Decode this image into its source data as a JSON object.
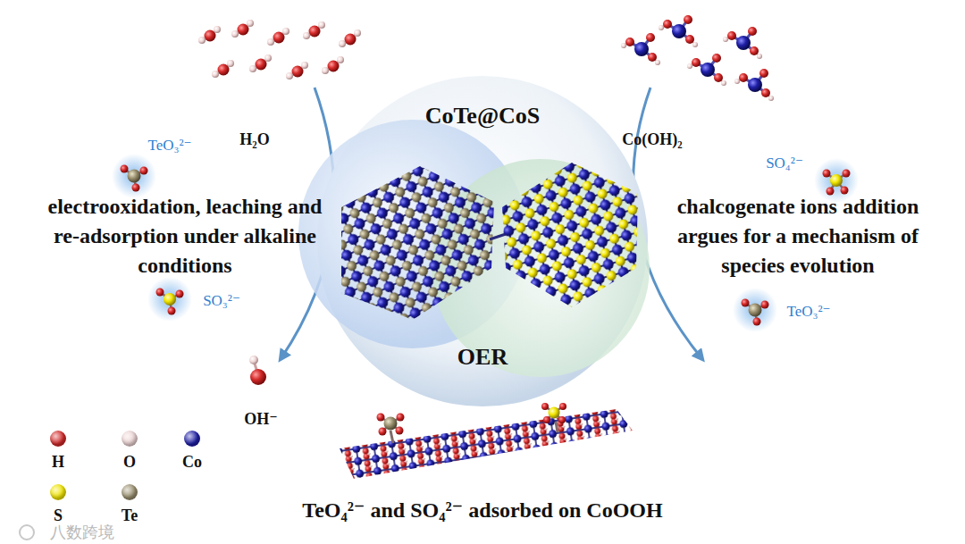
{
  "diagram": {
    "nodes": [
      {
        "text": [
          "CoTe@CoS",
          "OER"
        ]
      }
    ],
    "labels": [
      "H₂O",
      "Co(OH)₂",
      "TeO₃²⁻",
      "electrooxidation, leaching and re-adsorption under alkaline conditions",
      "SO₃²⁻",
      "OH⁻",
      "chalcogenate ions addition argues for a mechanism of species evolution",
      "SO₄²⁻",
      "TeO₃²⁻",
      "TeO₄²⁻ and SO₄²⁻ adsorbed on CoOOH",
      "八数跨境"
    ],
    "legend": [
      {
        "text": "H",
        "color": "#d42a2a"
      },
      {
        "text": "O",
        "color": "#efd6d6"
      },
      {
        "text": "Co",
        "color": "#1f1fa8"
      },
      {
        "text": "S",
        "color": "#f2e600"
      },
      {
        "text": "Te",
        "color": "#9b9170"
      }
    ]
  }
}
